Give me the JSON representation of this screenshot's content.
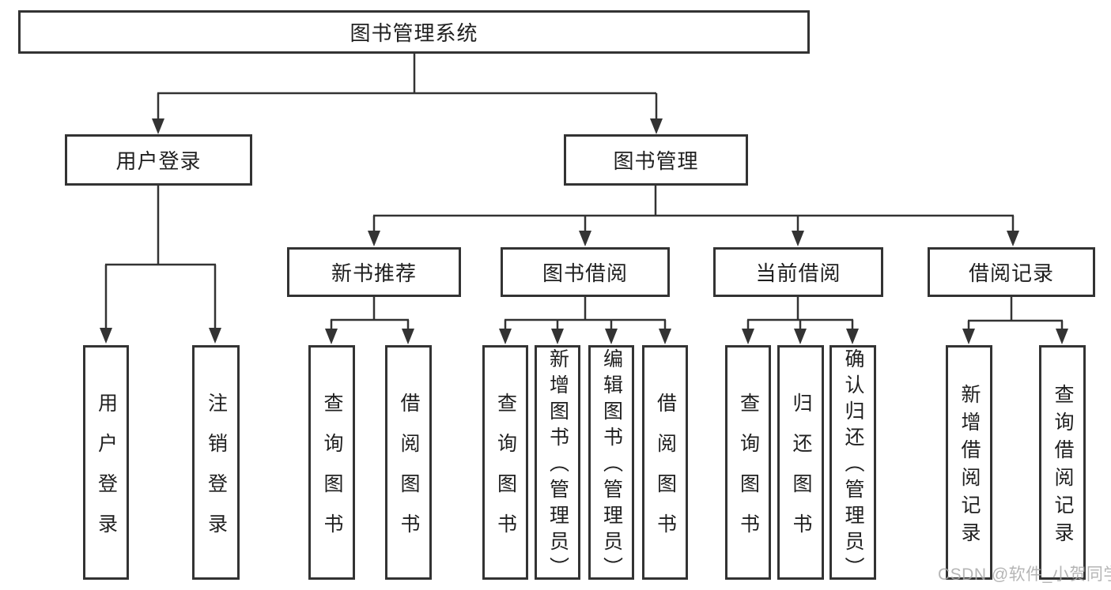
{
  "nodes": {
    "root": {
      "label": "图书管理系统"
    },
    "user_login": {
      "label": "用户登录"
    },
    "book_management": {
      "label": "图书管理"
    },
    "new_book_recommend": {
      "label": "新书推荐"
    },
    "book_borrow": {
      "label": "图书借阅"
    },
    "current_borrow": {
      "label": "当前借阅"
    },
    "borrow_records": {
      "label": "借阅记录"
    },
    "leaf_user_login": {
      "label": "用户登录"
    },
    "leaf_logout": {
      "label": "注销登录"
    },
    "leaf_nbr_query_books": {
      "label": "查询图书"
    },
    "leaf_nbr_borrow_books": {
      "label": "借阅图书"
    },
    "leaf_bb_query_books": {
      "label": "查询图书"
    },
    "leaf_bb_add_books": {
      "label": "新增图书（管理员）"
    },
    "leaf_bb_edit_books": {
      "label": "编辑图书（管理员）"
    },
    "leaf_bb_borrow_books": {
      "label": "借阅图书"
    },
    "leaf_cb_query_books": {
      "label": "查询图书"
    },
    "leaf_cb_return_books": {
      "label": "归还图书"
    },
    "leaf_cb_confirm_return": {
      "label": "确认归还（管理员）"
    },
    "leaf_br_add_record": {
      "label": "新增借阅记录"
    },
    "leaf_br_query_record": {
      "label": "查询借阅记录"
    }
  },
  "watermark": {
    "text": "CSDN @软件_小贺同学"
  },
  "colors": {
    "line": "#333333",
    "box_border": "#333333",
    "text": "#1f1f1f",
    "watermark": "#a9a9a9",
    "background": "#ffffff"
  }
}
